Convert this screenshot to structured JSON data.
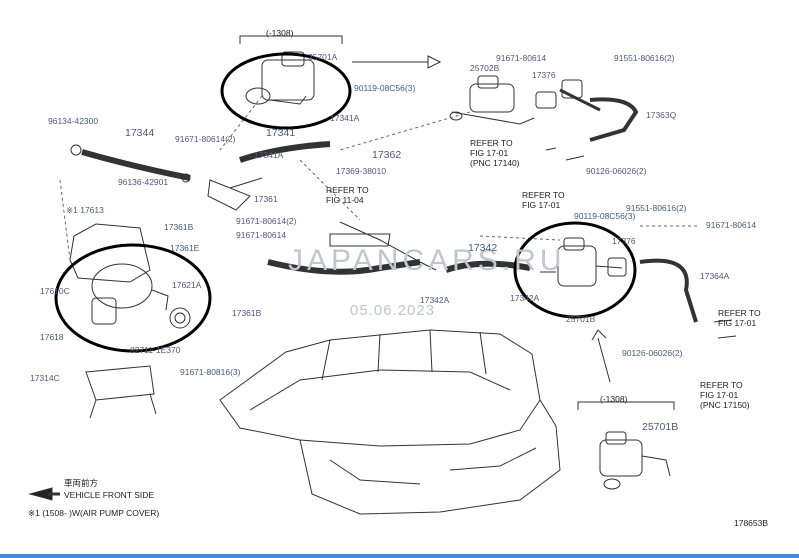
{
  "diagram_id": "178653B",
  "watermark": {
    "brand": "JAPANCARS.RU",
    "date": "05.06.2023"
  },
  "legend": {
    "japanese": "車両前方",
    "front_text": "VEHICLE FRONT SIDE",
    "note": "※1 (1508-      )W(AIR PUMP COVER)"
  },
  "brackets": [
    {
      "text": "(-1308)"
    },
    {
      "text": "(-1308)"
    }
  ],
  "parts": {
    "p25701a": "25701A",
    "p25702b": "25702B",
    "p90119a": "90119-08C56(3)",
    "p91671top": "91671-80614",
    "p91551top": "91551-80616(2)",
    "p17376top": "17376",
    "p17363q": "17363Q",
    "p96134": "96134-42300",
    "p17344": "17344",
    "p91671l": "91671-80614(2)",
    "p17341": "17341",
    "p17341a": "17341A",
    "p17341a2": "17341A",
    "p96136": "96136-42901",
    "p17361": "17361",
    "p17369": "17369-38010",
    "p17362": "17362",
    "p17613": "※1 17613",
    "p17361b": "17361B",
    "p91671m": "91671-80614(2)",
    "p91671n": "91671-80614",
    "p17361e": "17361E",
    "p17342": "17342",
    "p17342a": "17342A",
    "p17342a2": "17342A",
    "p17610c": "17610C",
    "p17621a": "17621A",
    "p17618": "17618",
    "p82711": "82711-1E370",
    "p17361b2": "17361B",
    "p17314c": "17314C",
    "p91671b": "91671-80816(3)",
    "p90119b": "90119-08C56(3)",
    "p91551m": "91551-80616(2)",
    "p91671r": "91671-80614",
    "p17376m": "17376",
    "p17364a": "17364A",
    "p25701b": "25701B",
    "p25701mid": "25701B",
    "p90126top": "90126-06026(2)",
    "p90126bot": "90126-06026(2)"
  },
  "refers": {
    "r1": {
      "line1": "REFER TO",
      "line2": "FIG 17-01",
      "line3": "(PNC 17140)"
    },
    "r2": {
      "line1": "REFER TO",
      "line2": "FIG 11-04"
    },
    "r3": {
      "line1": "REFER TO",
      "line2": "FIG 17-01"
    },
    "r4": {
      "line1": "REFER TO",
      "line2": "FIG 17-01"
    },
    "r5": {
      "line1": "REFER TO",
      "line2": "FIG 17-01",
      "line3": "(PNC 17150)"
    }
  },
  "colors": {
    "ink": "#222222",
    "label": "#4a5a78",
    "circle": "#000000",
    "footer": "#3c8fd9"
  }
}
